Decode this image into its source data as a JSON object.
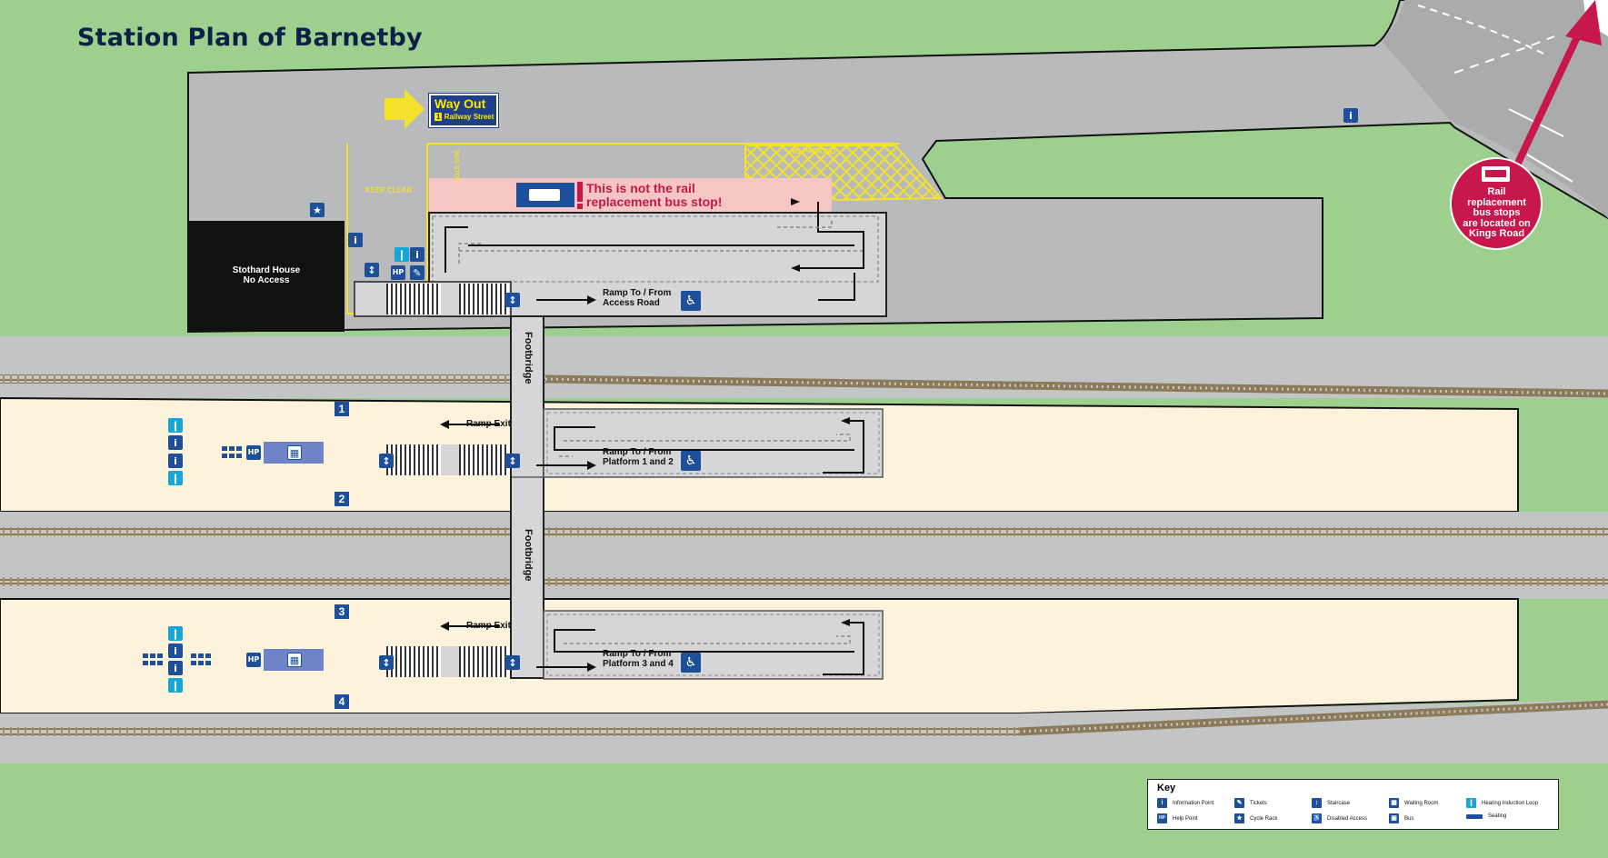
{
  "title": "Station Plan of Barnetby",
  "colors": {
    "grass": "#9dd08f",
    "ground": "#b9babc",
    "platform": "#fdf3dc",
    "building": "#111111",
    "accent_blue": "#1d4f9a",
    "accent_red": "#c8174a",
    "marking_yellow": "#f4e32a"
  },
  "building": {
    "line1": "Stothard House",
    "line2": "No Access"
  },
  "way_out": {
    "label": "Way Out",
    "number": "1",
    "street": "Railway Street"
  },
  "warning": {
    "line1": "This is not the rail",
    "line2": "replacement bus stop!"
  },
  "road_markings": {
    "keep_clear": "KEEP CLEAR",
    "no_parking": "NO PARKING",
    "bus_stop": "BUS STOP"
  },
  "rail_replacement": {
    "line1": "Rail",
    "line2": "replacement",
    "line3": "bus stops",
    "line4": "are located on",
    "line5": "Kings Road"
  },
  "ramps": {
    "access_road": {
      "line1": "Ramp To / From",
      "line2": "Access Road"
    },
    "platform_1_2": {
      "line1": "Ramp To / From",
      "line2": "Platform 1 and 2"
    },
    "platform_3_4": {
      "line1": "Ramp To / From",
      "line2": "Platform 3 and 4"
    },
    "ramp_exit_1": "Ramp Exit",
    "ramp_exit_2": "Ramp Exit"
  },
  "footbridge": {
    "label_upper": "Footbridge",
    "label_lower": "Footbridge"
  },
  "platforms": [
    "1",
    "2",
    "3",
    "4"
  ],
  "icons": {
    "info": "i",
    "help_point": "HP",
    "ramp_accessible": "♿",
    "stair": "↕",
    "cycle": "♂"
  },
  "key": {
    "title": "Key",
    "items": [
      {
        "icon": "info-icon",
        "label": "Information Point"
      },
      {
        "icon": "ticket-icon",
        "label": "Tickets"
      },
      {
        "icon": "staircase-icon",
        "label": "Staircase"
      },
      {
        "icon": "waiting-room-icon",
        "label": "Waiting Room"
      },
      {
        "icon": "hearing-loop-icon",
        "label": "Hearing Induction Loop"
      },
      {
        "icon": "help-point-icon",
        "label": "Help Point"
      },
      {
        "icon": "cycle-rack-icon",
        "label": "Cycle Rack"
      },
      {
        "icon": "disabled-access-icon",
        "label": "Disabled Access"
      },
      {
        "icon": "bus-icon",
        "label": "Bus"
      },
      {
        "icon": "seating-icon",
        "label": "Seating"
      }
    ]
  }
}
